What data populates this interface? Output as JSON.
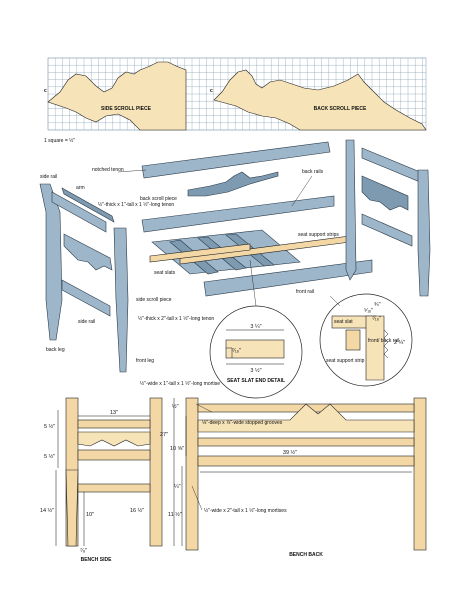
{
  "scroll_grid": {
    "side_label": "SIDE SCROLL PIECE",
    "back_label": "BACK SCROLL PIECE",
    "left_marker": "c",
    "right_marker": "c",
    "scale_note": "1 square = ½\""
  },
  "exploded": {
    "labels": {
      "notched_tenon": "notched tenon",
      "side_rail_top": "side rail",
      "arm": "arm",
      "back_rails": "back rails",
      "back_scroll_piece": "back scroll piece",
      "tenon_spec": "½\"-thick x 1\"-tall x 1 ½\"-long tenon",
      "seat_support_strips": "seat support strips",
      "seat_slats": "seat slats",
      "front_rail": "front rail",
      "side_scroll_piece": "side scroll piece",
      "side_rail_bottom": "side rail",
      "back_leg": "back leg",
      "tenon_spec_2": "½\"-thick x 2\"-tall x 1 ½\"-long tenon",
      "front_leg": "front leg",
      "mortise_spec": "½\"-wide x 1\"-tall x 1 ½\"-long mortise"
    }
  },
  "slat_detail": {
    "top_dim": "3 ¼\"",
    "side_dim": "⁷⁄₁₆\"",
    "bottom_dim": "3 ½\"",
    "caption": "SEAT SLAT END DETAIL"
  },
  "circle_detail": {
    "seat_slat": "seat slat",
    "seat_support_strip": "seat support strip",
    "front_back_rail": "front/ back rail",
    "dim_top": "¾\"",
    "dim_left": "⁵⁄₁₆\"",
    "dim_mid": "⁷⁄₁₆\"",
    "dim_right": "2 ¼\""
  },
  "bench_side": {
    "caption": "BENCH SIDE",
    "dims": {
      "d13": "13\"",
      "d5a": "5 ½\"",
      "d5b": "5 ½\"",
      "d14": "14 ½\"",
      "d10": "10\"",
      "d16": "16 ½\"",
      "d27": "27\"",
      "d_half": "½\"",
      "d_small": "⁷⁄₈\"",
      "d_quarter": "¼\""
    }
  },
  "bench_back": {
    "caption": "BENCH BACK",
    "dims": {
      "d10": "10 ⅝\"",
      "d11": "11 ½\"",
      "d39": "39 ½\""
    },
    "grooves_note": "⅛\"-deep x ⅞\"-wide stopped grooves",
    "mortises_note": "½\"-wide x 2\"-tall x 1 ½\"-long mortises"
  }
}
